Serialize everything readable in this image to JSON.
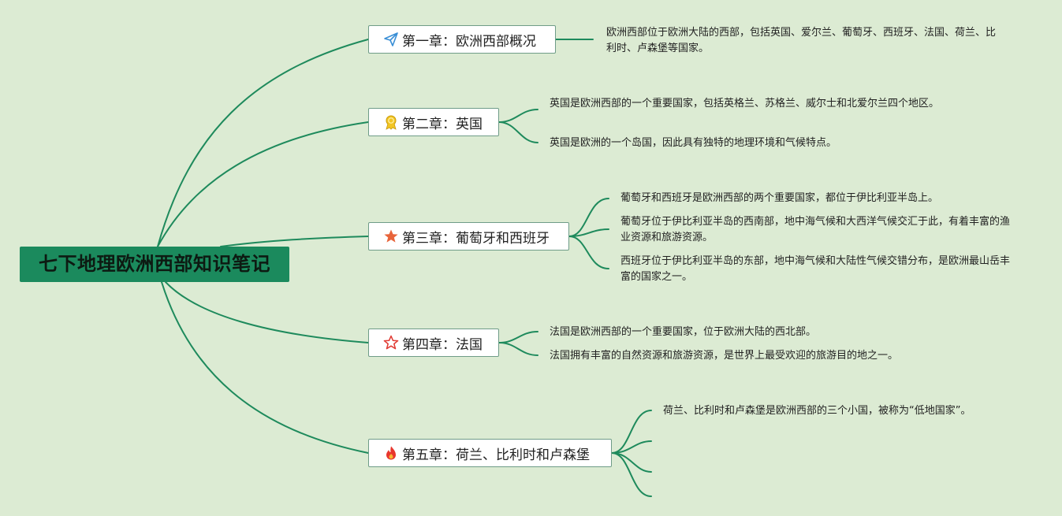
{
  "root": {
    "title": "七下地理欧洲西部知识笔记"
  },
  "chapters": [
    {
      "label": "第一章：欧洲西部概况",
      "icon": "paper-plane-icon",
      "notes": [
        "欧洲西部位于欧洲大陆的西部，包括英国、爱尔兰、葡萄牙、西班牙、法国、荷兰、比利时、卢森堡等国家。"
      ]
    },
    {
      "label": "第二章：英国",
      "icon": "medal-icon",
      "notes": [
        "英国是欧洲西部的一个重要国家，包括英格兰、苏格兰、威尔士和北爱尔兰四个地区。",
        "英国是欧洲的一个岛国，因此具有独特的地理环境和气候特点。"
      ]
    },
    {
      "label": "第三章：葡萄牙和西班牙",
      "icon": "star-filled-icon",
      "notes": [
        "葡萄牙和西班牙是欧洲西部的两个重要国家，都位于伊比利亚半岛上。",
        "葡萄牙位于伊比利亚半岛的西南部，地中海气候和大西洋气候交汇于此，有着丰富的渔业资源和旅游资源。",
        "西班牙位于伊比利亚半岛的东部，地中海气候和大陆性气候交错分布，是欧洲最山岳丰富的国家之一。"
      ]
    },
    {
      "label": "第四章：法国",
      "icon": "star-outline-icon",
      "notes": [
        "法国是欧洲西部的一个重要国家，位于欧洲大陆的西北部。",
        "法国拥有丰富的自然资源和旅游资源，是世界上最受欢迎的旅游目的地之一。"
      ]
    },
    {
      "label": "第五章：荷兰、比利时和卢森堡",
      "icon": "fire-icon",
      "notes": [
        "荷兰、比利时和卢森堡是欧洲西部的三个小国，被称为“低地国家”。"
      ]
    }
  ],
  "colors": {
    "background": "#dcebd3",
    "root_fill": "#1b8a5d",
    "connector": "#1e8a5c",
    "chapter_border": "#6f9c88"
  }
}
